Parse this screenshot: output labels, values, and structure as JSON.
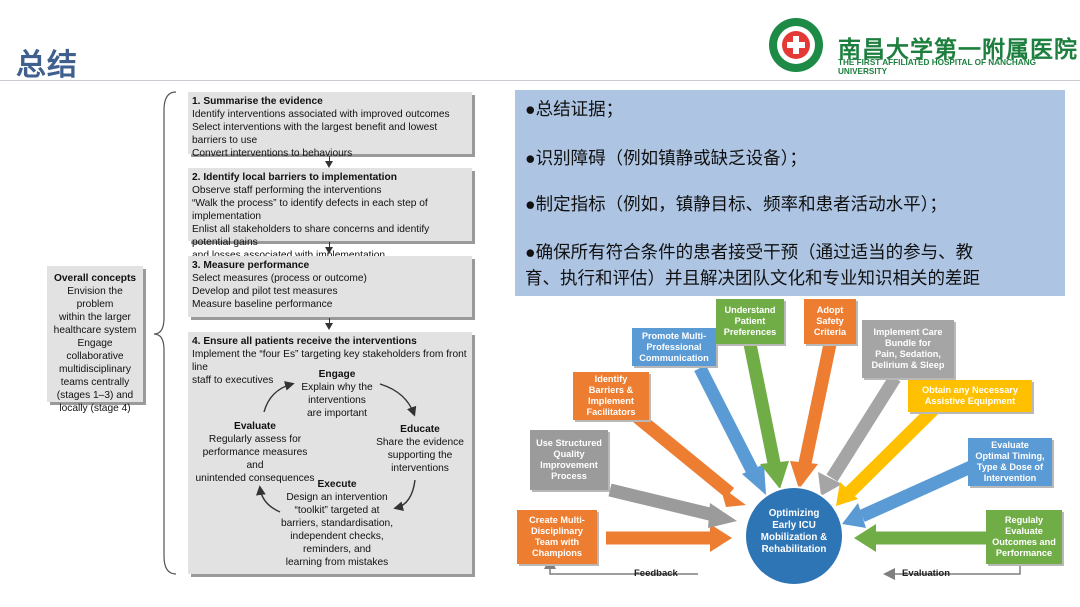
{
  "header": {
    "title": "总结",
    "university_cn": "南昌大学第一附属医院",
    "university_en": "THE FIRST AFFILIATED HOSPITAL OF NANCHANG UNIVERSITY"
  },
  "left_diagram": {
    "concepts": {
      "title": "Overall concepts",
      "lines": [
        "Envision the problem",
        "within the larger",
        "healthcare system",
        "Engage collaborative",
        "multidisciplinary",
        "teams centrally",
        "(stages 1–3) and",
        "locally (stage 4)"
      ]
    },
    "stages": [
      {
        "title": "1. Summarise the evidence",
        "lines": [
          "Identify interventions associated with improved outcomes",
          "Select interventions with the largest benefit and lowest barriers to use",
          "Convert interventions to behaviours"
        ]
      },
      {
        "title": "2. Identify local barriers to implementation",
        "lines": [
          "Observe staff performing the interventions",
          "“Walk the process” to identify defects in each step of implementation",
          "Enlist all stakeholders to share concerns and identify potential gains",
          "and losses associated with implementation"
        ]
      },
      {
        "title": "3. Measure performance",
        "lines": [
          "Select measures (process or outcome)",
          "Develop and pilot test measures",
          "Measure baseline performance"
        ]
      },
      {
        "title": "4. Ensure all patients receive the interventions",
        "lines": [
          "Implement the “four Es” targeting key stakeholders from front line",
          "staff to executives"
        ]
      }
    ],
    "cycle": {
      "engage": {
        "title": "Engage",
        "lines": [
          "Explain why the",
          "interventions",
          "are important"
        ]
      },
      "educate": {
        "title": "Educate",
        "lines": [
          "Share the evidence",
          "supporting the",
          "interventions"
        ]
      },
      "execute": {
        "title": "Execute",
        "lines": [
          "Design an intervention",
          "“toolkit” targeted at",
          "barriers, standardisation,",
          "independent checks,",
          "reminders, and",
          "learning from mistakes"
        ]
      },
      "evaluate": {
        "title": "Evaluate",
        "lines": [
          "Regularly assess for",
          "performance measures and",
          "unintended consequences"
        ]
      }
    }
  },
  "bullets": [
    "●总结证据；",
    "●识别障碍（例如镇静或缺乏设备）；",
    "●制定指标（例如，镇静目标、频率和患者活动水平）；",
    "●确保所有符合条件的患者接受干预（通过适当的参与、教",
    "育、执行和评估）并且解决团队文化和专业知识相关的差距"
  ],
  "right_diagram": {
    "center": [
      "Optimizing",
      "Early ICU",
      "Mobilization &",
      "Rehabilitation"
    ],
    "boxes": [
      {
        "id": "create",
        "lines": [
          "Create Multi-",
          "Disciplinary",
          "Team with",
          "Champions"
        ],
        "color": "#ed7d31"
      },
      {
        "id": "structured",
        "lines": [
          "Use Structured",
          "Quality",
          "Improvement",
          "Process"
        ],
        "color": "#9b9b9b"
      },
      {
        "id": "barriers",
        "lines": [
          "Identify",
          "Barriers &",
          "Implement",
          "Facilitators"
        ],
        "color": "#ed7d31"
      },
      {
        "id": "promote",
        "lines": [
          "Promote Multi-",
          "Professional",
          "Communication"
        ],
        "color": "#5b9bd5"
      },
      {
        "id": "understand",
        "lines": [
          "Understand",
          "Patient",
          "Preferences"
        ],
        "color": "#70ad47"
      },
      {
        "id": "safety",
        "lines": [
          "Adopt",
          "Safety",
          "Criteria"
        ],
        "color": "#ed7d31"
      },
      {
        "id": "bundle",
        "lines": [
          "Implement Care",
          "Bundle for",
          "Pain, Sedation,",
          "Delirium & Sleep"
        ],
        "color": "#a5a5a5"
      },
      {
        "id": "equipment",
        "lines": [
          "Obtain any Necessary",
          "Assistive Equipment"
        ],
        "color": "#ffc000"
      },
      {
        "id": "timing",
        "lines": [
          "Evaluate",
          "Optimal Timing,",
          "Type & Dose of",
          "Intervention"
        ],
        "color": "#5b9bd5"
      },
      {
        "id": "outcomes",
        "lines": [
          "Regulaly",
          "Evaluate",
          "Outcomes and",
          "Performance"
        ],
        "color": "#70ad47"
      }
    ],
    "feedback_label": "Feedback",
    "evaluation_label": "Evaluation"
  }
}
